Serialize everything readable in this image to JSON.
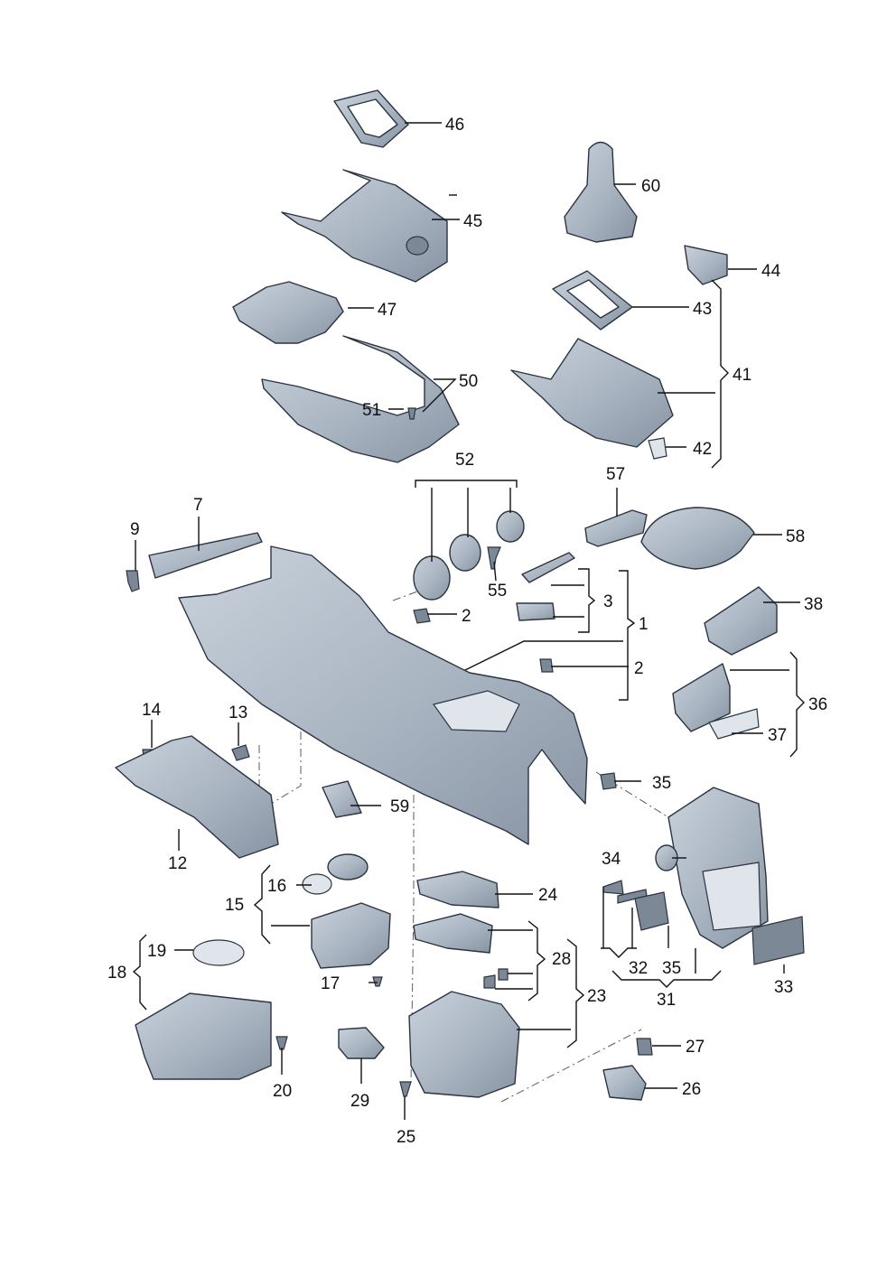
{
  "diagram": {
    "callouts": {
      "p1": "1",
      "p2a": "2",
      "p2b": "2",
      "p3": "3",
      "p7": "7",
      "p9": "9",
      "p12": "12",
      "p13": "13",
      "p14": "14",
      "p15": "15",
      "p16": "16",
      "p17": "17",
      "p18": "18",
      "p19": "19",
      "p20": "20",
      "p23": "23",
      "p24": "24",
      "p25": "25",
      "p26": "26",
      "p27": "27",
      "p28": "28",
      "p29": "29",
      "p31": "31",
      "p32": "32",
      "p33": "33",
      "p34": "34",
      "p35a": "35",
      "p35b": "35",
      "p36": "36",
      "p37": "37",
      "p38": "38",
      "p41": "41",
      "p42": "42",
      "p43": "43",
      "p44": "44",
      "p45": "45",
      "p46": "46",
      "p47": "47",
      "p50": "50",
      "p51": "51",
      "p52": "52",
      "p55": "55",
      "p57": "57",
      "p58": "58",
      "p59": "59",
      "p60": "60"
    }
  }
}
